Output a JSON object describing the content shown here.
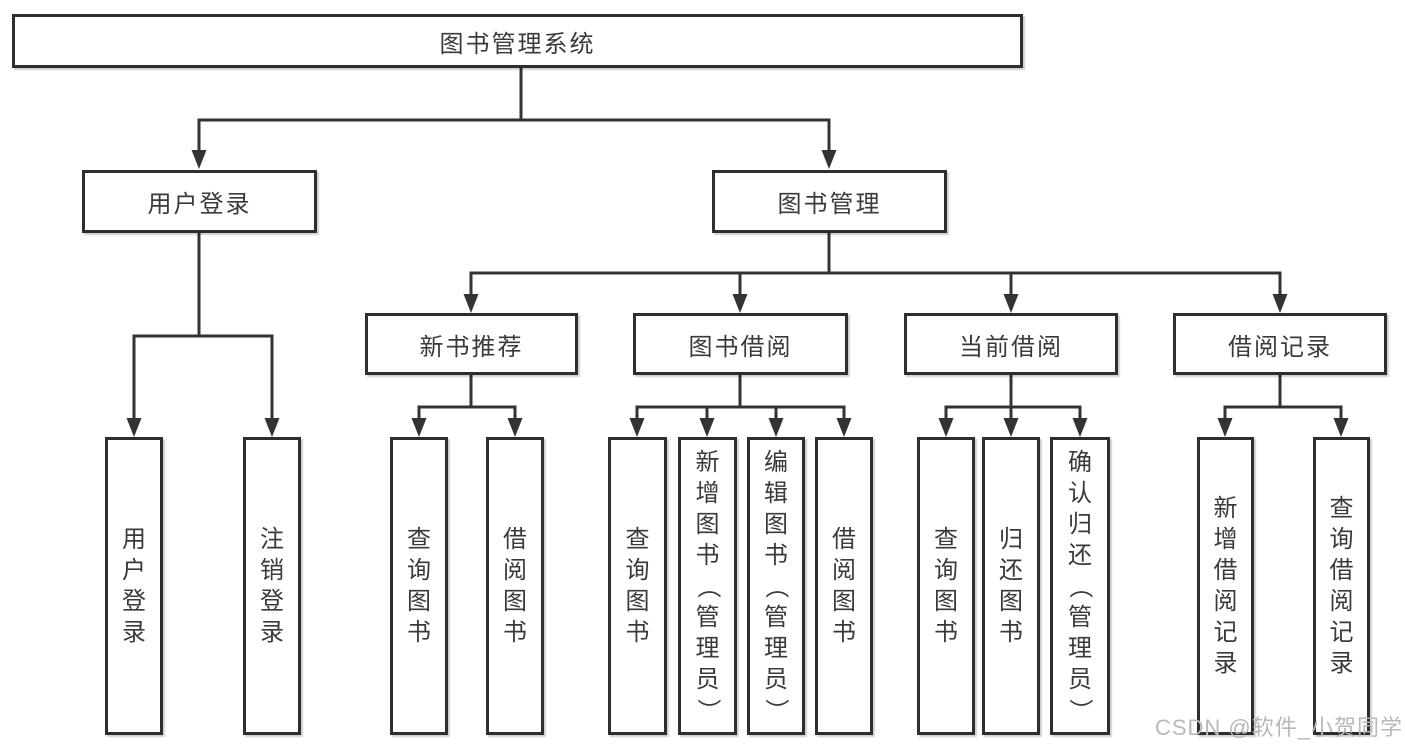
{
  "tree": {
    "root": "图书管理系统",
    "level2": [
      "用户登录",
      "图书管理"
    ],
    "level3": [
      "新书推荐",
      "图书借阅",
      "当前借阅",
      "借阅记录"
    ],
    "leaves": {
      "login": [
        "用户登录",
        "注销登录"
      ],
      "recommend": [
        "查询图书",
        "借阅图书"
      ],
      "borrow": [
        "查询图书",
        "新增图书（管理员）",
        "编辑图书（管理员）",
        "借阅图书"
      ],
      "current": [
        "查询图书",
        "归还图书",
        "确认归还（管理员）"
      ],
      "records": [
        "新增借阅记录",
        "查询借阅记录"
      ]
    }
  },
  "watermark": "CSDN @软件_小贺同学",
  "colors": {
    "line": "#333333",
    "border": "#2e2e2e",
    "text": "#3a3a3a",
    "background": "#ffffff",
    "watermark": "#b8b8b8"
  }
}
